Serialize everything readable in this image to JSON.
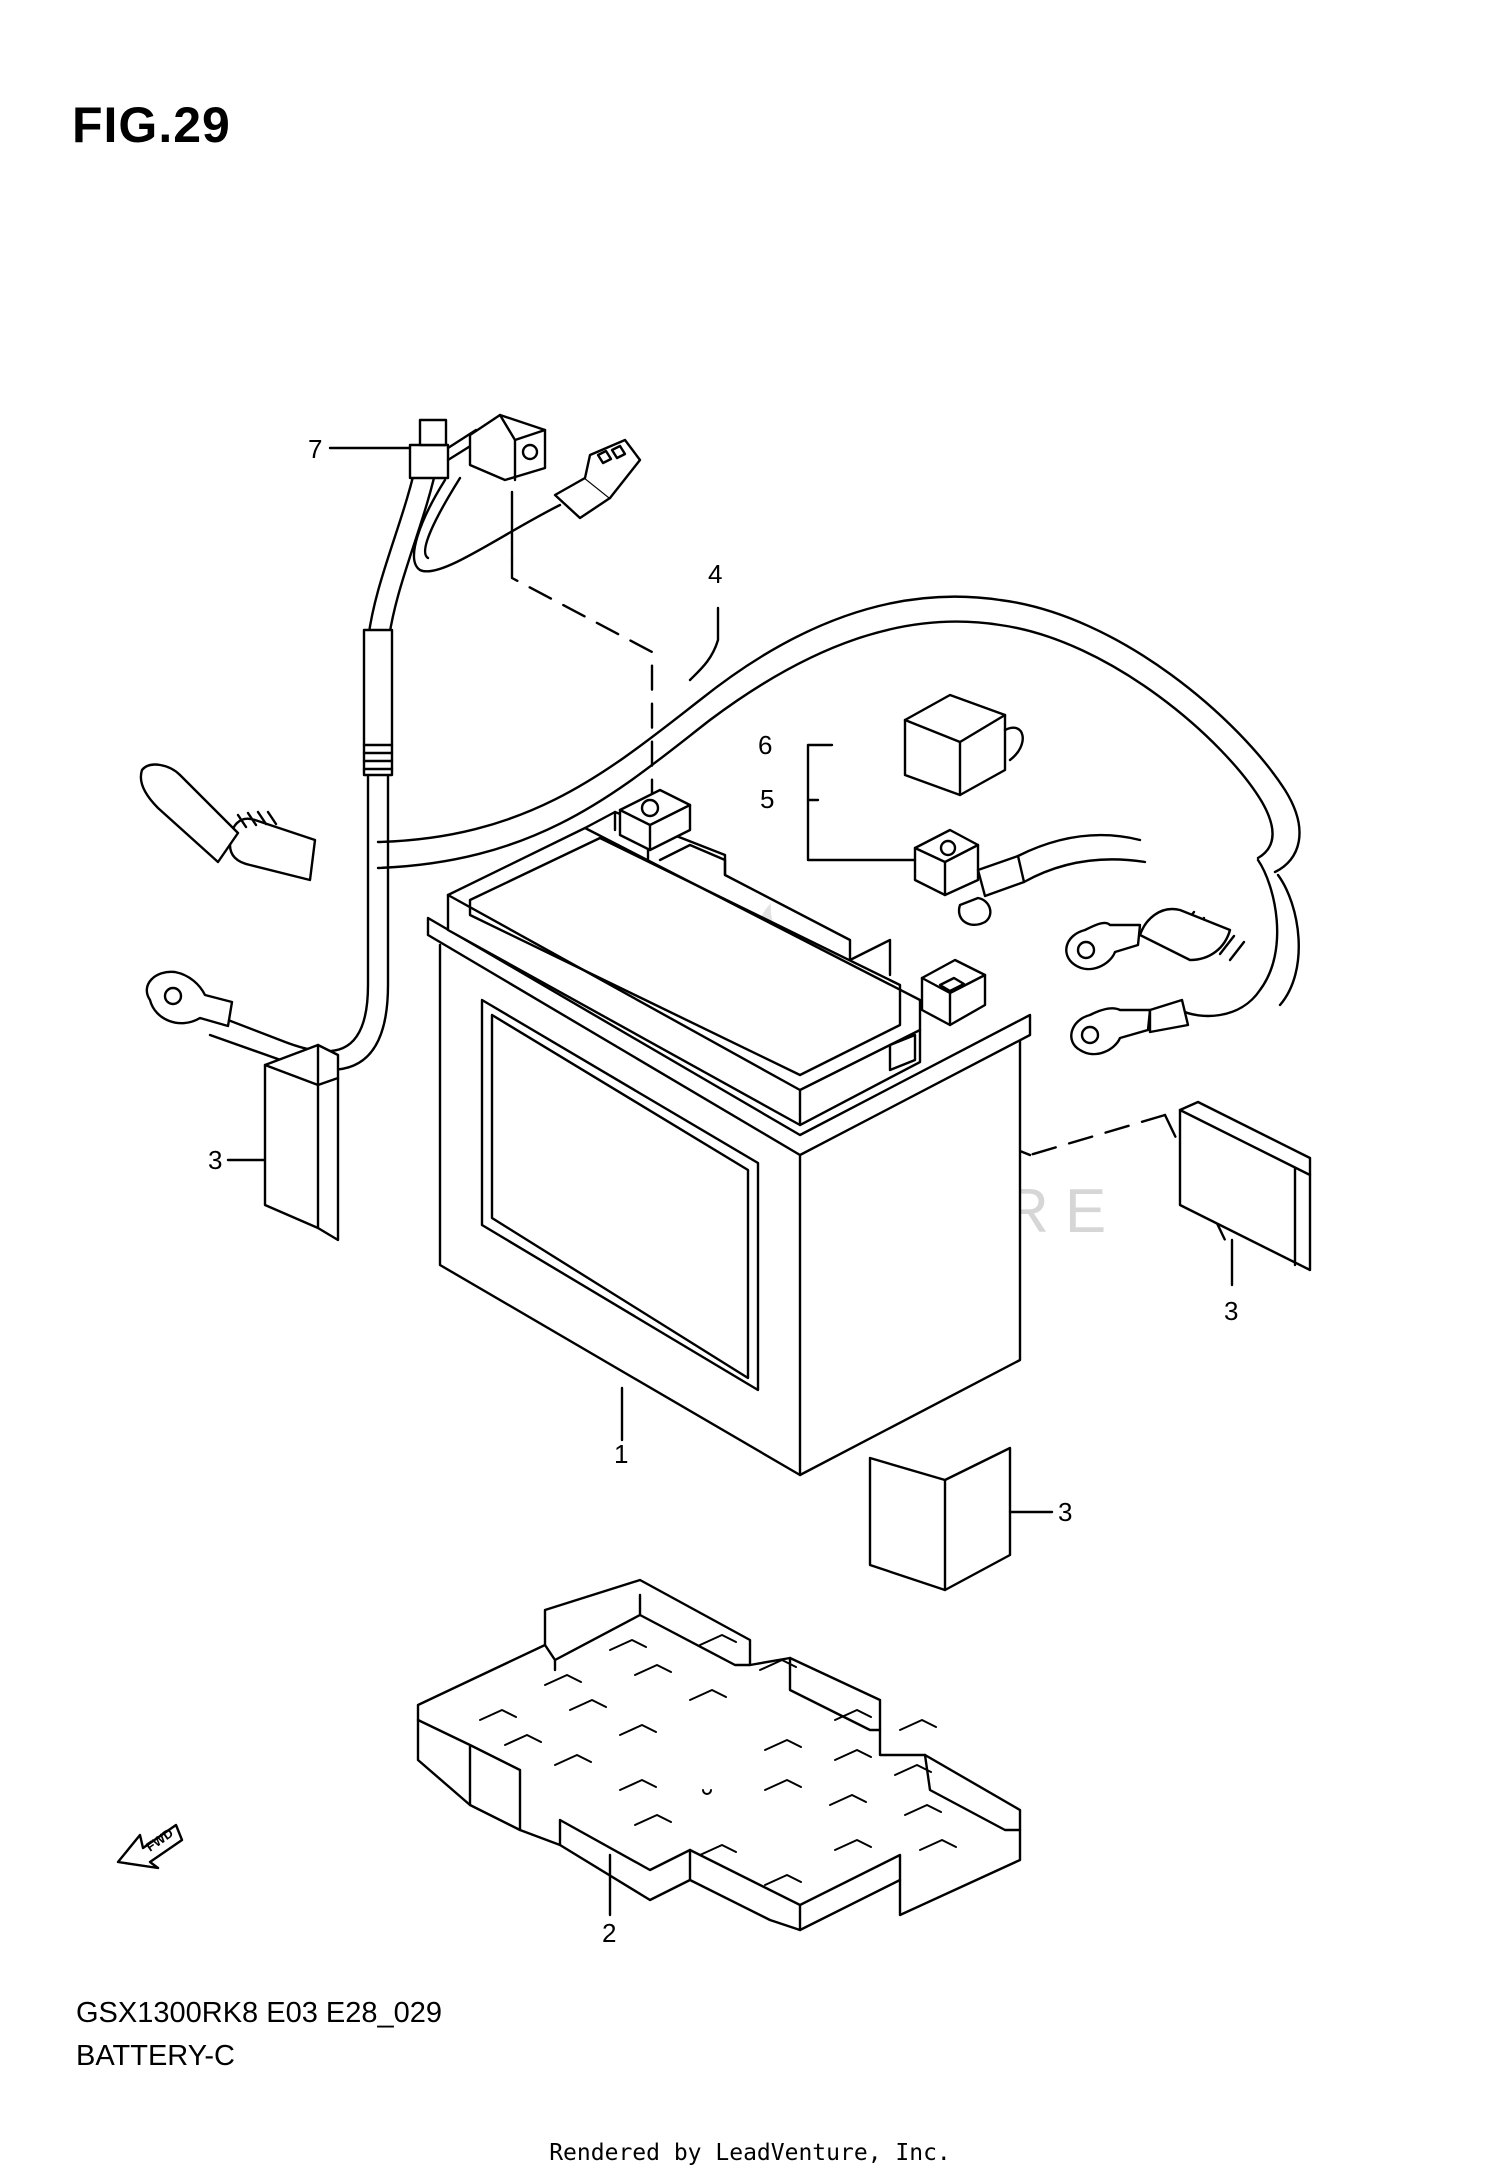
{
  "figure_title": "FIG.29",
  "diagram_code": "GSX1300RK8 E03 E28_029",
  "caption": "BATTERY-C",
  "credit": "Rendered by LeadVenture, Inc.",
  "watermark": "LEADVENTURE",
  "fwd_label": "FWD",
  "callouts": {
    "battery": "1",
    "tray": "2",
    "pad_left": "3",
    "pad_right": "3",
    "pad_bottom": "3",
    "wire_harness": "4",
    "terminal_set": "5",
    "terminal_cap": "6",
    "starter_cable": "7"
  }
}
